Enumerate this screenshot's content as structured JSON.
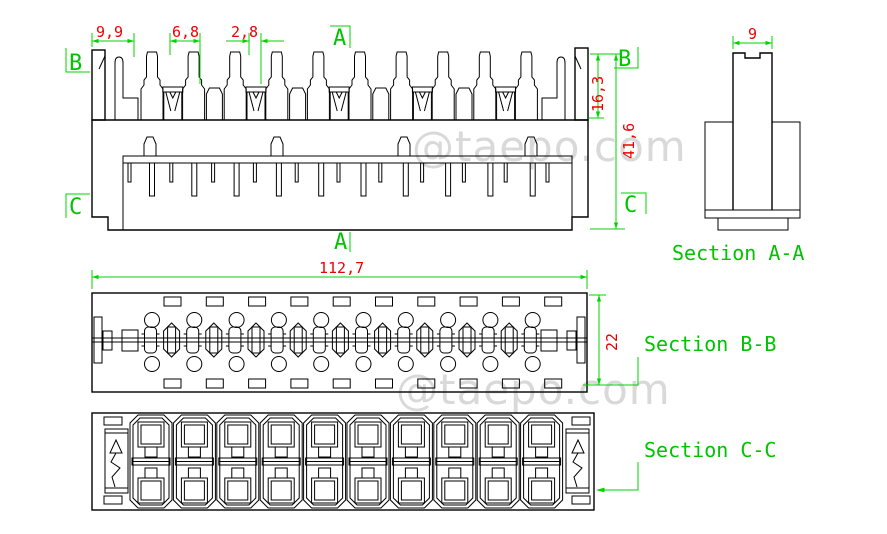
{
  "watermark": {
    "text": "@taepo.com"
  },
  "colors": {
    "line": "#000000",
    "dimension_lines": "#00d400",
    "dimension_text": "#ee0000",
    "section_text": "#00c400",
    "watermark": "#d9d9d9",
    "background": "#ffffff"
  },
  "front_view": {
    "dimensions": {
      "end_pitch": "9,9",
      "tooth_pitch": "6,8",
      "slot_width": "2,8",
      "contact_height": "16,3",
      "total_height": "41,6"
    },
    "section_markers": {
      "a_top": "A",
      "a_bottom": "A",
      "b_left": "B",
      "b_right": "B",
      "c_left": "C",
      "c_right": "C"
    }
  },
  "section_aa": {
    "label": "Section A-A",
    "dimensions": {
      "width": "9"
    }
  },
  "section_bb": {
    "label": "Section B-B",
    "dimensions": {
      "width": "112,7",
      "height": "22"
    }
  },
  "section_cc": {
    "label": "Section C-C"
  }
}
